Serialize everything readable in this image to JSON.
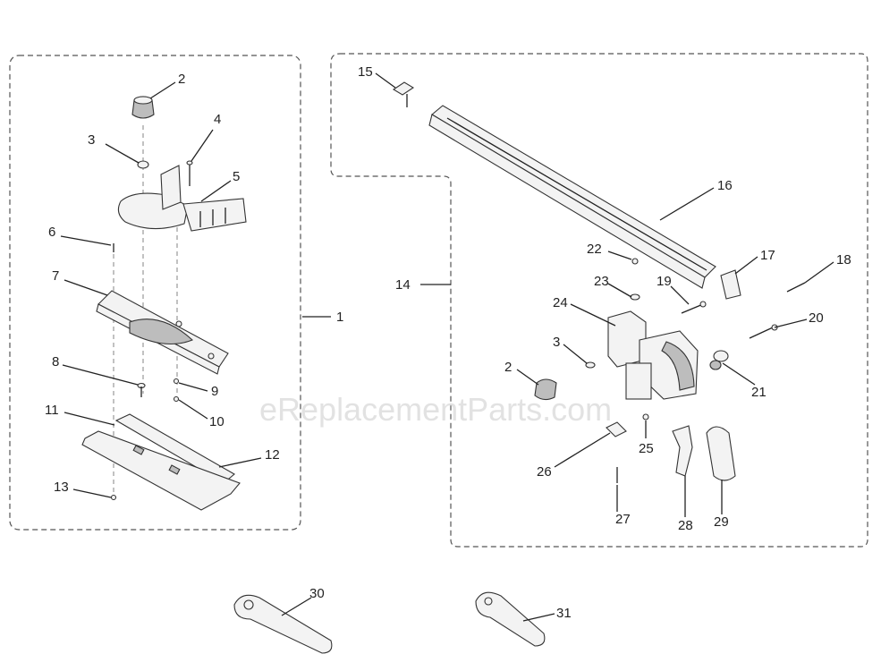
{
  "watermark": "eReplacementParts.com",
  "callouts": {
    "c1": "1",
    "c2a": "2",
    "c3a": "3",
    "c4": "4",
    "c5": "5",
    "c6": "6",
    "c7": "7",
    "c8": "8",
    "c9": "9",
    "c10": "10",
    "c11": "11",
    "c12": "12",
    "c13": "13",
    "c14": "14",
    "c15": "15",
    "c16": "16",
    "c17": "17",
    "c18": "18",
    "c19": "19",
    "c20": "20",
    "c21": "21",
    "c22": "22",
    "c23": "23",
    "c24": "24",
    "c2b": "2",
    "c3b": "3",
    "c25": "25",
    "c26": "26",
    "c27": "27",
    "c28": "28",
    "c29": "29",
    "c30": "30",
    "c31": "31"
  }
}
